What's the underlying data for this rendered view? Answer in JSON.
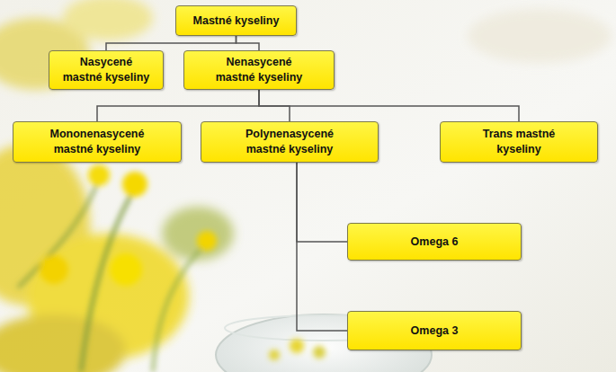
{
  "diagram": {
    "nodes": [
      {
        "text": [
          "Mastné kyseliny"
        ]
      },
      {
        "text": [
          "Nasycené mastné kyseliny"
        ]
      },
      {
        "text": [
          "Nenasycené mastné kyseliny"
        ]
      },
      {
        "text": [
          "Mononenasycené mastné kyseliny"
        ]
      },
      {
        "text": [
          "Polynenasycené mastné kyseliny"
        ]
      },
      {
        "text": [
          "Trans mastné kyseliny"
        ]
      },
      {
        "text": [
          "Omega 6"
        ]
      },
      {
        "text": [
          "Omega 3"
        ]
      }
    ],
    "edges": [
      {
        "from": 0,
        "to": 1,
        "arrow": "none"
      },
      {
        "from": 0,
        "to": 2,
        "arrow": "none"
      },
      {
        "from": 2,
        "to": 3,
        "arrow": "none"
      },
      {
        "from": 2,
        "to": 4,
        "arrow": "none"
      },
      {
        "from": 2,
        "to": 5,
        "arrow": "none"
      },
      {
        "from": 4,
        "to": 6,
        "arrow": "none"
      },
      {
        "from": 4,
        "to": 7,
        "arrow": "none"
      }
    ]
  }
}
